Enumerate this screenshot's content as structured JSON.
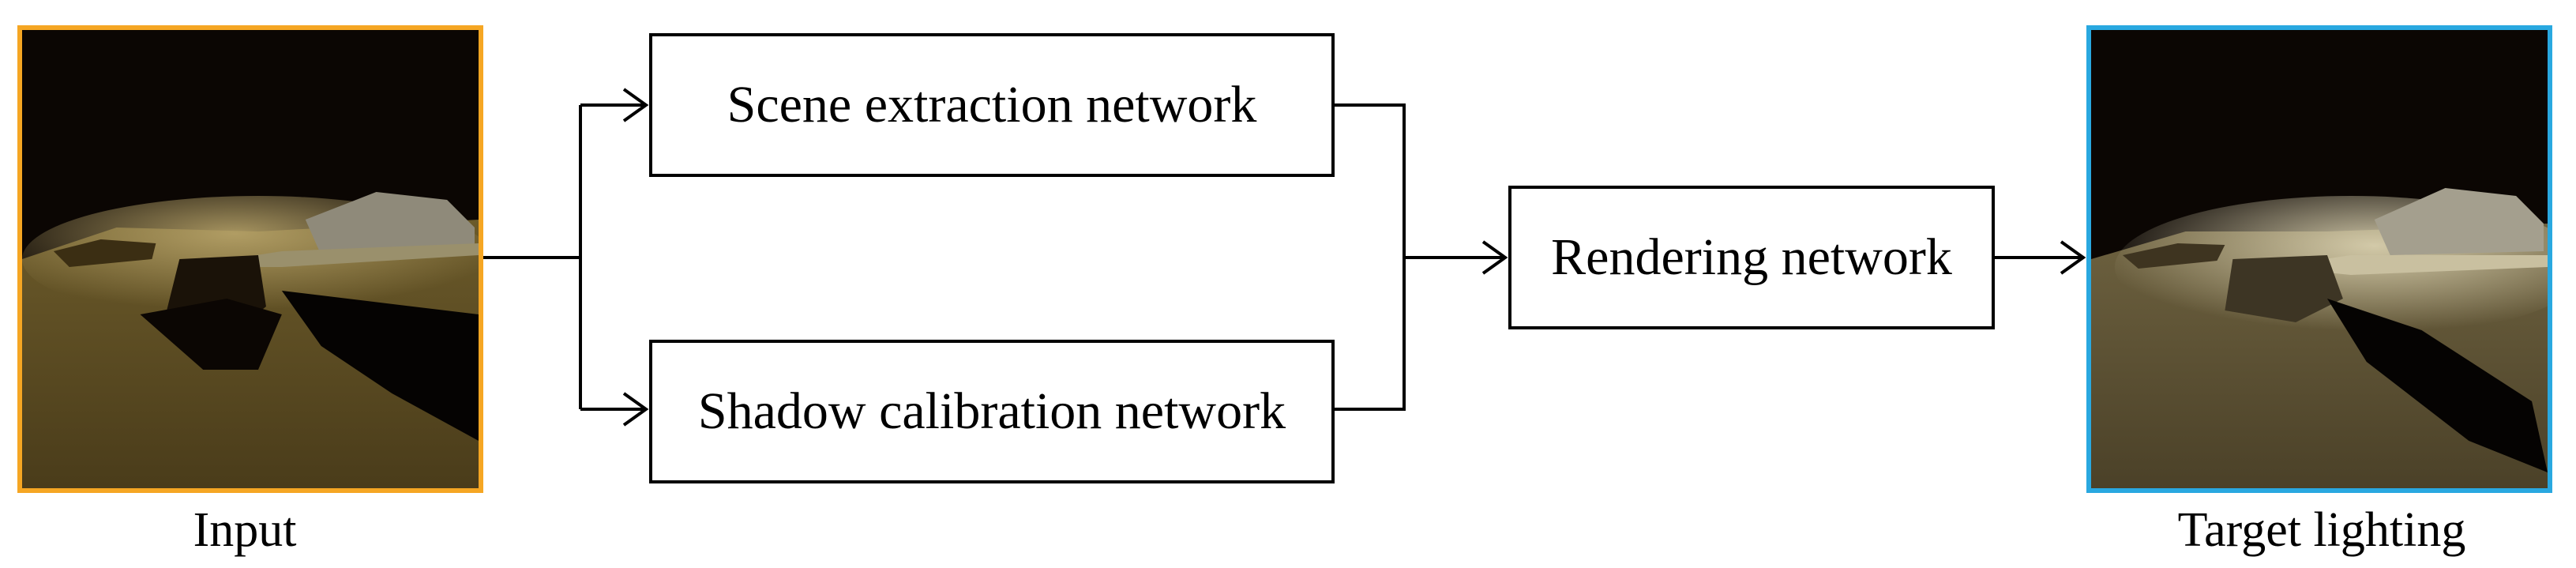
{
  "input": {
    "caption": "Input",
    "frame_color": "#F5A623"
  },
  "output": {
    "caption": "Target lighting",
    "frame_color": "#29A8E0"
  },
  "boxes": {
    "scene": "Scene extraction network",
    "shadow": "Shadow calibration network",
    "render": "Rendering network"
  }
}
